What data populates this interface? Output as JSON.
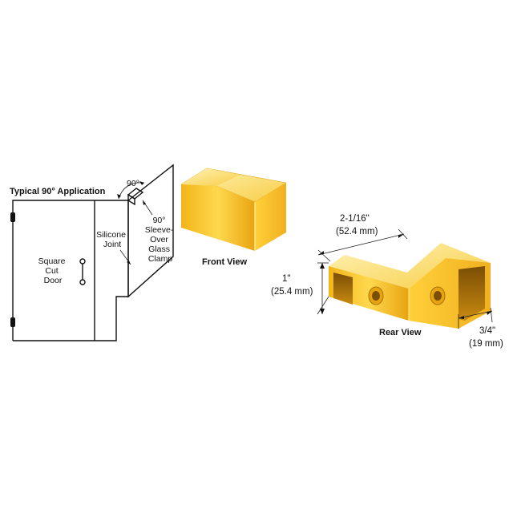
{
  "application": {
    "title": "Typical 90° Application",
    "angle": "90°",
    "door_label": [
      "Square",
      "Cut",
      "Door"
    ],
    "joint_label": [
      "Silicone",
      "Joint"
    ],
    "clamp_label": [
      "90°",
      "Sleeve-",
      "Over",
      "Glass",
      "Clamp"
    ]
  },
  "front_view": {
    "caption": "Front View"
  },
  "rear_view": {
    "caption": "Rear View",
    "width_in": "2-1/16\"",
    "width_mm": "(52.4 mm)",
    "height_in": "1\"",
    "height_mm": "(25.4 mm)",
    "depth_in": "3/4\"",
    "depth_mm": "(19 mm)"
  },
  "colors": {
    "gold_light": "#ffe58a",
    "gold": "#f5c02b",
    "gold_dark": "#d89a0a"
  }
}
